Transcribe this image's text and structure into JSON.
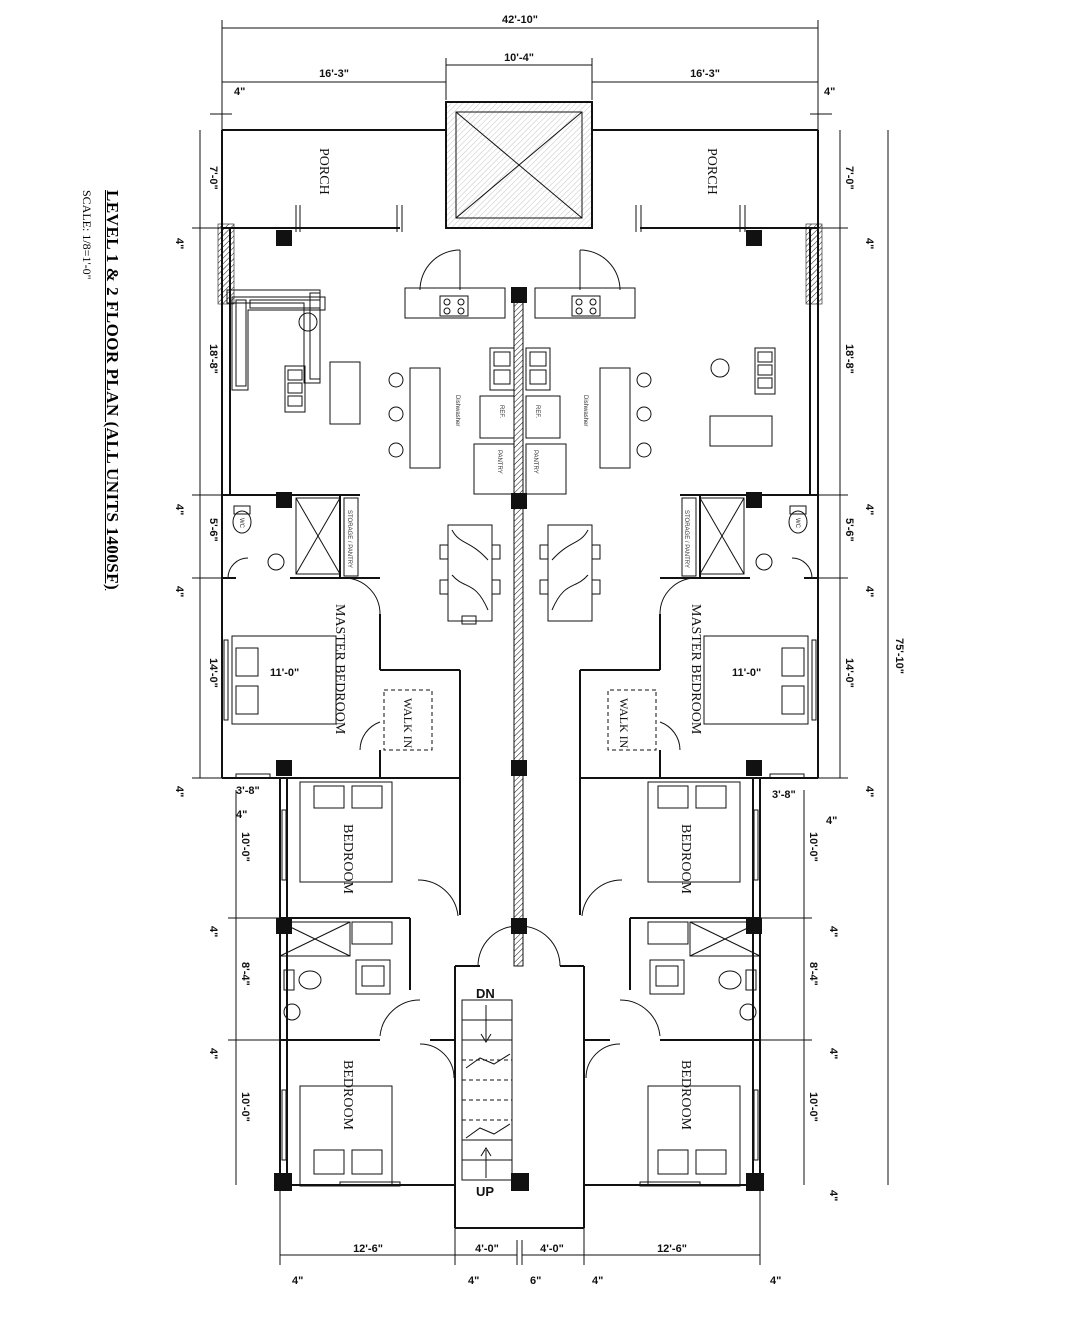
{
  "title": "LEVEL 1 & 2 FLOOR PLAN (ALL UNITS 1400SF)",
  "scale": "SCALE: 1/8=1'-0\"",
  "rooms": {
    "porch": "PORCH",
    "master_bedroom": "MASTER BEDROOM",
    "walk_in": "WALK IN",
    "bedroom": "BEDROOM",
    "storage": "STORAGE / PANTRY",
    "pantry": "PANTRY",
    "refrigerator": "REF.",
    "dishwasher": "Dishwasher",
    "wc": "WC"
  },
  "stairs": {
    "down": "DN",
    "up": "UP"
  },
  "dimensions": {
    "overall_width": "42'-10\"",
    "center_width": "10'-4\"",
    "side_width": "16'-3\"",
    "overall_depth": "75'-10\"",
    "porch_depth": "7'-0\"",
    "living_depth": "18'-8\"",
    "bath_depth": "5'-6\"",
    "master_depth": "14'-0\"",
    "master_width": "11'-0\"",
    "bedroom_depth": "10'-0\"",
    "bath2_depth": "8'-4\"",
    "closet_width": "3'-8\"",
    "bottom_room": "12'-6\"",
    "bottom_hall": "4'-0\"",
    "bottom_wall": "6\"",
    "wall": "4\""
  }
}
